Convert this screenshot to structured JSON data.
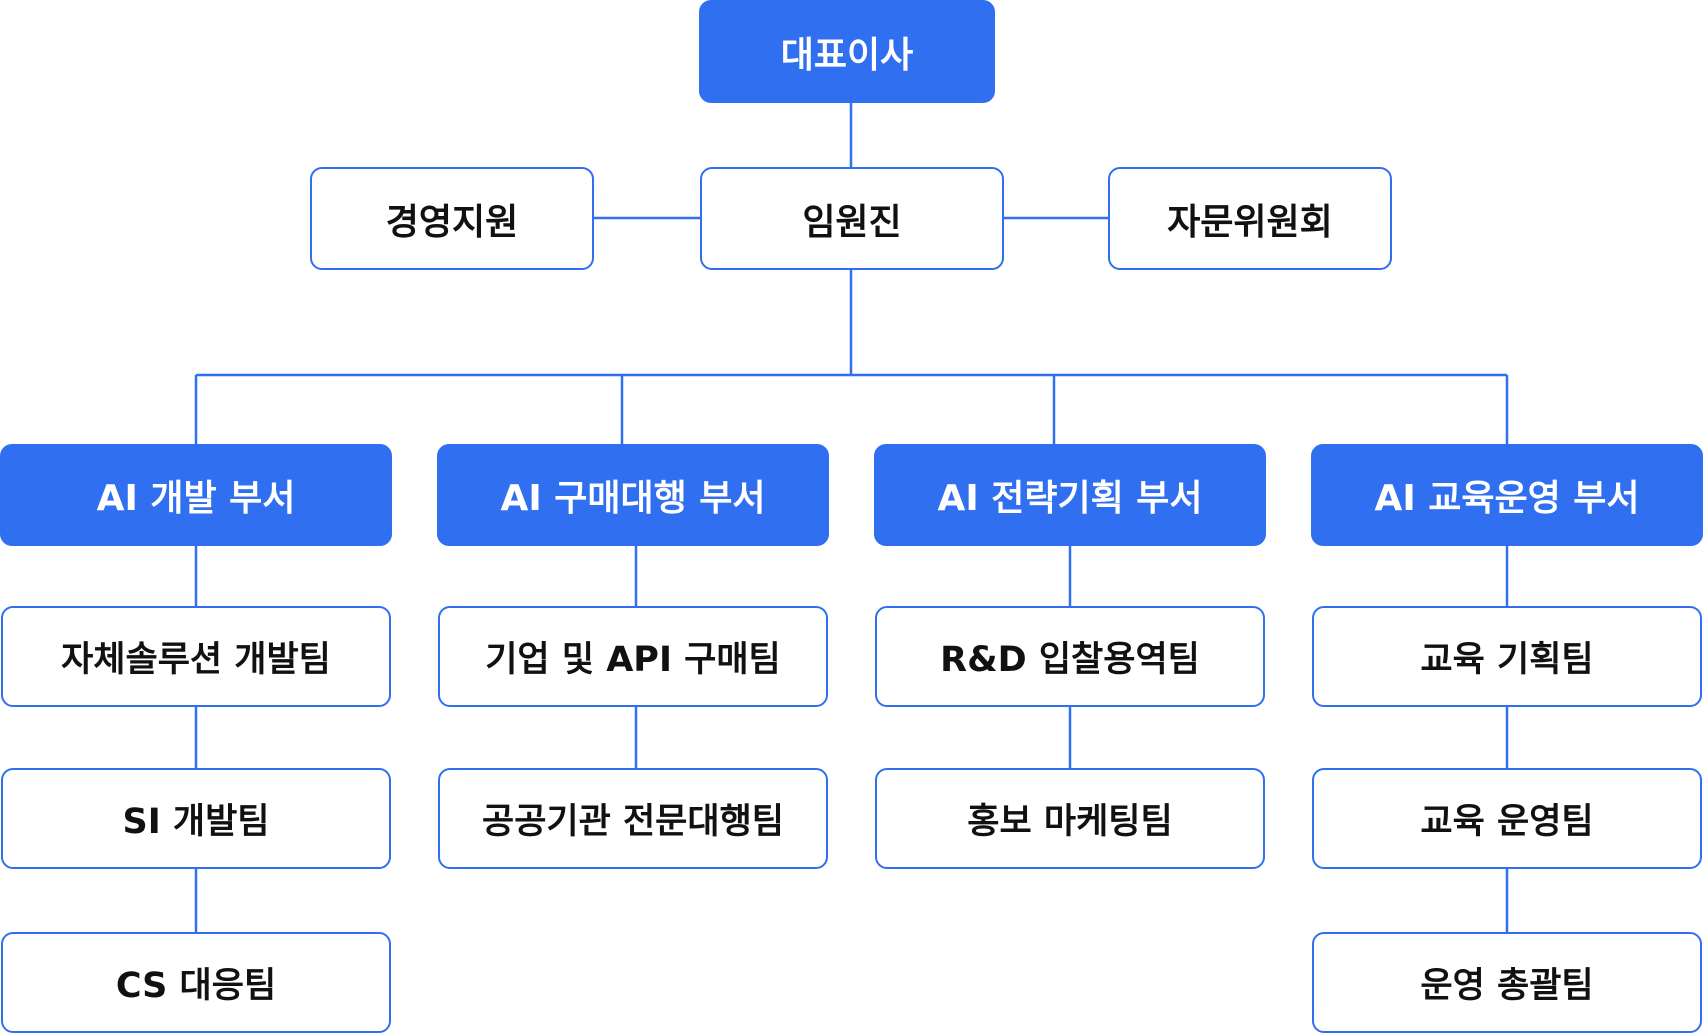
{
  "chart": {
    "ceo": "대표이사",
    "executives": "임원진",
    "management_support": "경영지원",
    "advisory_committee": "자문위원회",
    "departments": [
      {
        "name": "AI 개발 부서",
        "teams": [
          "자체솔루션 개발팀",
          "SI 개발팀",
          "CS 대응팀"
        ]
      },
      {
        "name": "AI 구매대행 부서",
        "teams": [
          "기업 및 API 구매팀",
          "공공기관 전문대행팀"
        ]
      },
      {
        "name": "AI 전략기획 부서",
        "teams": [
          "R&D 입찰용역팀",
          "홍보 마케팅팀"
        ]
      },
      {
        "name": "AI 교육운영 부서",
        "teams": [
          "교육 기획팀",
          "교육 운영팀",
          "운영 총괄팀"
        ]
      }
    ]
  },
  "colors": {
    "accent": "#2f6ff0",
    "filled_text": "#ffffff",
    "outline_text": "#111111",
    "background": "#ffffff"
  }
}
